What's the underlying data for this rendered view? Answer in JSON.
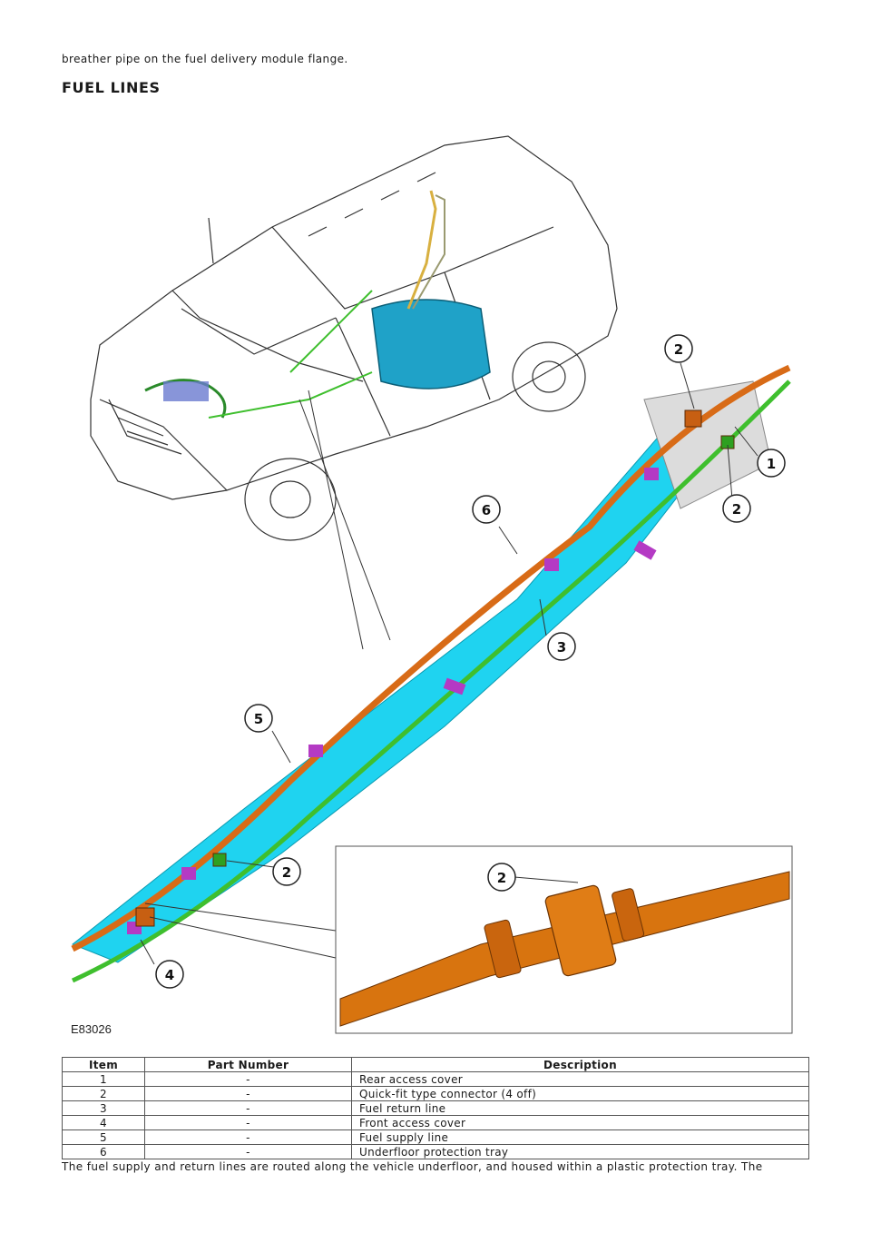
{
  "intro_text": "breather pipe on the fuel delivery module flange.",
  "section_title": "FUEL LINES",
  "figure": {
    "code": "E83026",
    "callouts": [
      "2",
      "1",
      "2",
      "6",
      "3",
      "5",
      "2",
      "4",
      "2"
    ]
  },
  "table": {
    "headers": [
      "Item",
      "Part Number",
      "Description"
    ],
    "rows": [
      [
        "1",
        "-",
        "Rear access cover"
      ],
      [
        "2",
        "-",
        "Quick-fit type connector (4 off)"
      ],
      [
        "3",
        "-",
        "Fuel return line"
      ],
      [
        "4",
        "-",
        "Front access cover"
      ],
      [
        "5",
        "-",
        "Fuel supply line"
      ],
      [
        "6",
        "-",
        "Underfloor protection tray"
      ]
    ]
  },
  "outro_text": "The fuel supply and return lines are routed along the vehicle underfloor, and housed within a plastic protection tray. The",
  "colors": {
    "supply_line": "#d86b17",
    "return_line": "#3fbf2e",
    "tray": "#1fd3f0",
    "clips": "#b43ac4",
    "tank": "#1fa2c8"
  }
}
